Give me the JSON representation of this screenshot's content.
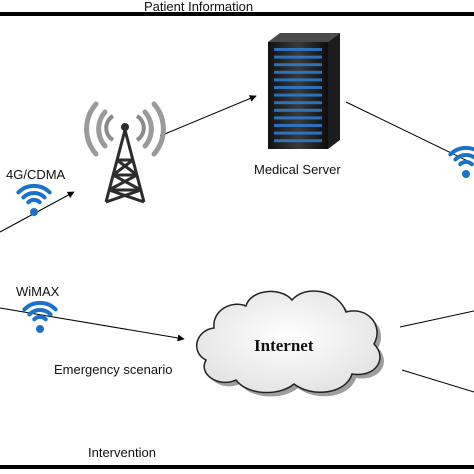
{
  "labels": {
    "patient_information": "Patient Information",
    "cdma": "4G/CDMA",
    "medical_server": "Medical Server",
    "wimax": "WiMAX",
    "internet": "Internet",
    "emergency_scenario": "Emergency scenario",
    "intervention": "Intervention"
  },
  "colors": {
    "border": "#000000",
    "wifi_blue": "#1a73c9",
    "server_body": "#2b2b2b",
    "server_led": "#2f7fd6",
    "tower": "#2c2c2c"
  },
  "icons": [
    "cell-tower-icon",
    "server-rack-icon",
    "wifi-icon",
    "cloud-icon"
  ]
}
